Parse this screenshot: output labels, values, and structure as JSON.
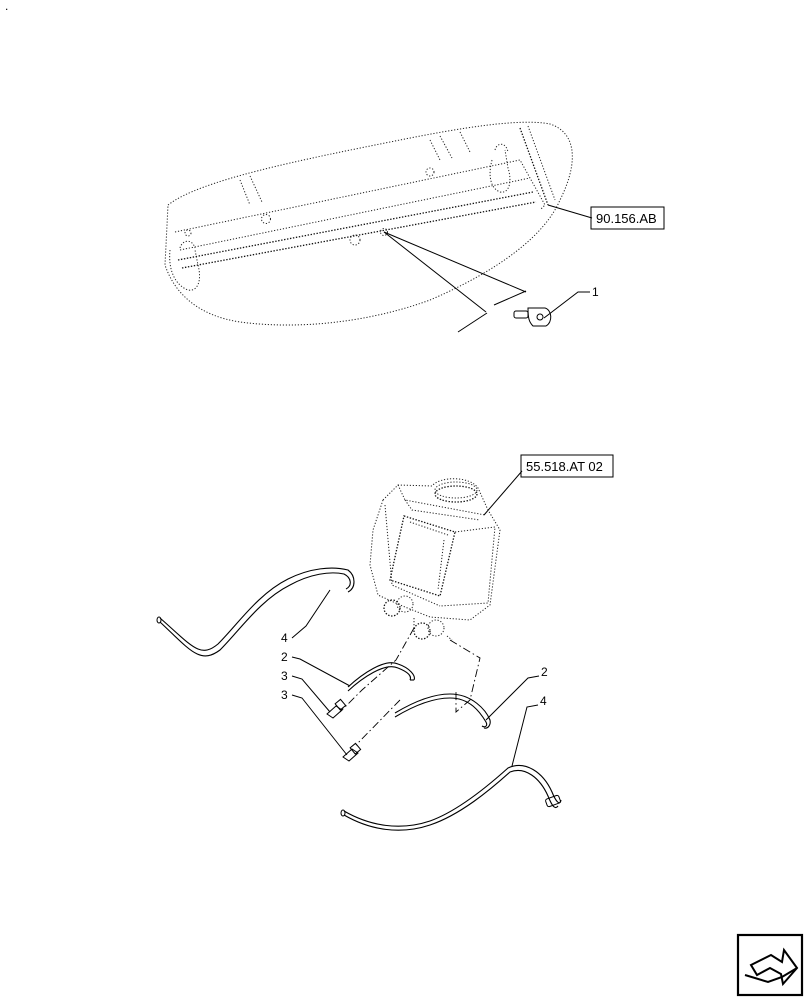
{
  "corner_mark": ".",
  "refs": {
    "roof_assembly": "90.156.AB",
    "reservoir_assembly": "55.518.AT 02"
  },
  "callouts": {
    "nozzle": "1",
    "hose_upper": "2",
    "hose_right": "2",
    "fitting_upper": "3",
    "fitting_lower": "3",
    "long_hose_left": "4",
    "long_hose_right": "4"
  },
  "icons": {
    "nav": "arrow-next-icon"
  }
}
